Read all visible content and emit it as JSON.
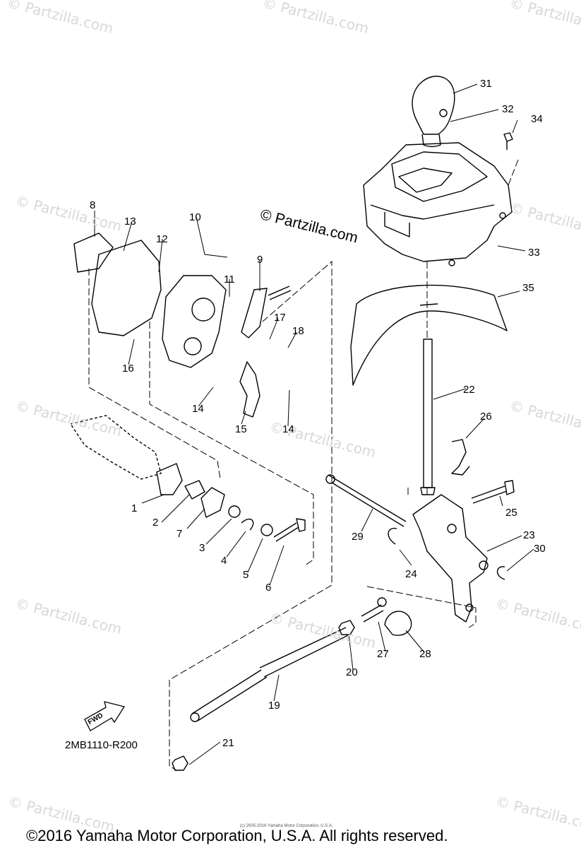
{
  "watermark": "© Partzilla.com",
  "stamp": "© Partzilla.com",
  "diagram_code": "2MB1110-R200",
  "fwd_label": "FWD",
  "tiny_copyright": "(c) 2005-2016 Yamaha Motor Corporation, U.S.A.",
  "copyright": "©2016 Yamaha Motor Corporation, U.S.A. All rights reserved.",
  "callouts": [
    "1",
    "2",
    "3",
    "4",
    "5",
    "6",
    "7",
    "8",
    "9",
    "10",
    "11",
    "12",
    "13",
    "14",
    "14",
    "15",
    "16",
    "17",
    "18",
    "19",
    "20",
    "21",
    "22",
    "23",
    "24",
    "25",
    "26",
    "27",
    "28",
    "29",
    "30",
    "31",
    "32",
    "33",
    "34",
    "35"
  ]
}
